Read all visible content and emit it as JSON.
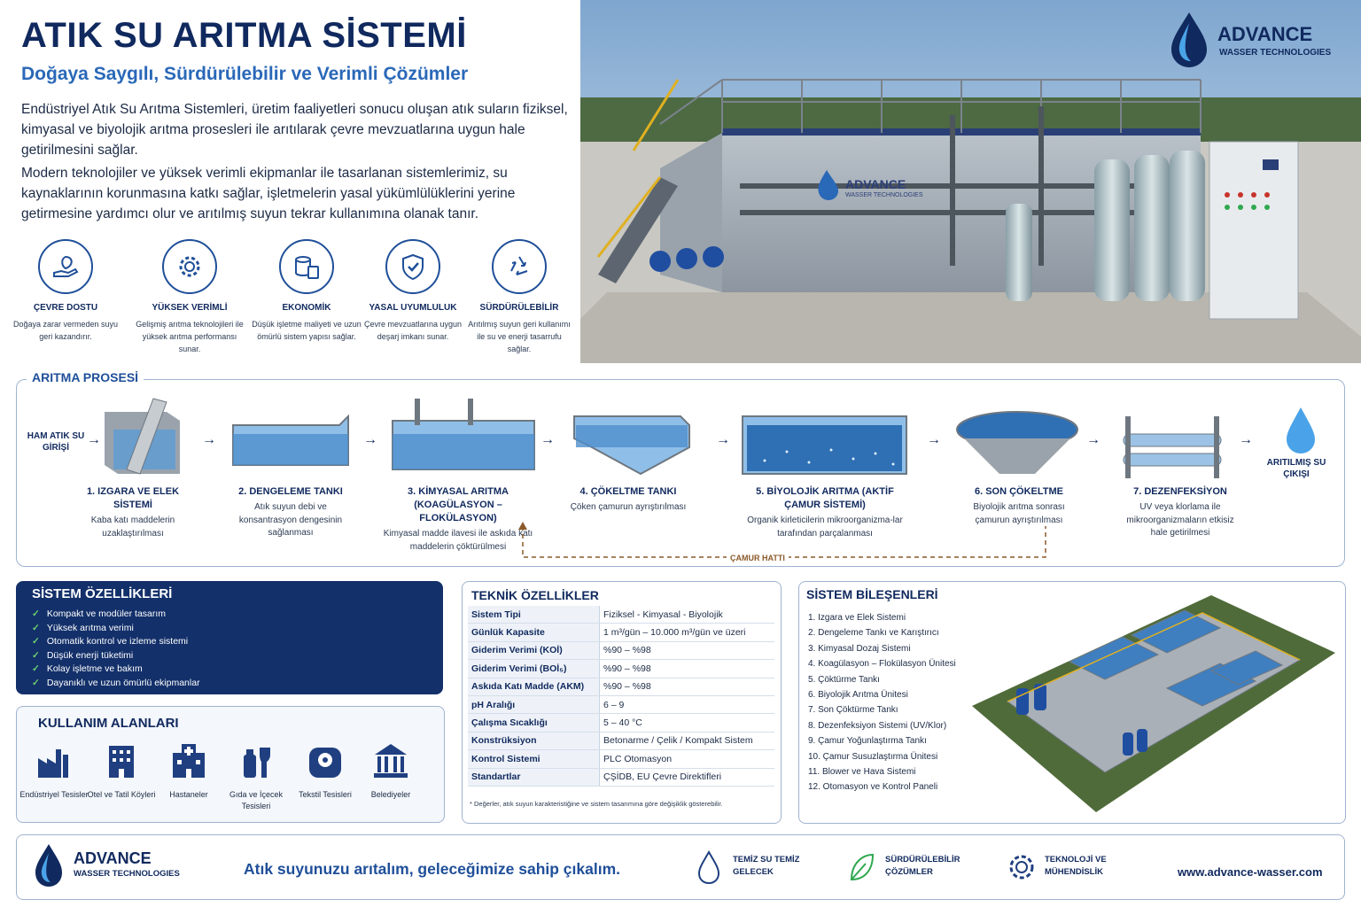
{
  "header": {
    "title": "ATIK SU ARITMA SİSTEMİ",
    "subtitle": "Doğaya Saygılı, Sürdürülebilir ve Verimli Çözümler",
    "intro_1": "Endüstriyel Atık Su Arıtma Sistemleri, üretim faaliyetleri sonucu oluşan atık suların fiziksel, kimyasal ve biyolojik arıtma prosesleri ile arıtılarak çevre mevzuatlarına uygun hale getirilmesini sağlar.",
    "intro_2": "Modern teknolojiler ve yüksek verimli ekipmanlar ile tasarlanan sistemlerimiz, su kaynaklarının korunmasına katkı sağlar, işletmelerin yasal yükümlülüklerini yerine getirmesine yardımcı olur ve arıtılmış suyun tekrar kullanımına olanak tanır."
  },
  "brand": {
    "name": "ADVANCE",
    "sub": "WASSER TECHNOLOGIES",
    "primary_color": "#10295e",
    "accent_color": "#2a68b8"
  },
  "features": [
    {
      "icon": "leaf-hand-icon",
      "title": "ÇEVRE DOSTU",
      "desc": "Doğaya zarar vermeden suyu geri kazandırır."
    },
    {
      "icon": "gear-icon",
      "title": "YÜKSEK VERİMLİ",
      "desc": "Gelişmiş arıtma teknolojileri ile yüksek arıtma performansı sunar."
    },
    {
      "icon": "coins-calculator-icon",
      "title": "EKONOMİK",
      "desc": "Düşük işletme maliyeti ve uzun ömürlü sistem yapısı sağlar."
    },
    {
      "icon": "shield-check-icon",
      "title": "YASAL UYUMLULUK",
      "desc": "Çevre mevzuatlarına uygun deşarj imkanı sunar."
    },
    {
      "icon": "recycle-icon",
      "title": "SÜRDÜRÜLEBİLİR",
      "desc": "Arıtılmış suyun geri kullanımı ile su ve enerji tasarrufu sağlar."
    }
  ],
  "process": {
    "title": "ARITMA PROSESİ",
    "input_label": "HAM ATIK SU GİRİŞİ",
    "output_label": "ARITILMIŞ SU ÇIKIŞI",
    "sludge_line": "ÇAMUR HATTI",
    "steps": [
      {
        "title": "1. IZGARA VE ELEK SİSTEMİ",
        "desc": "Kaba katı maddelerin uzaklaştırılması"
      },
      {
        "title": "2. DENGELEME TANKI",
        "desc": "Atık suyun debi ve konsantrasyon dengesinin sağlanması"
      },
      {
        "title": "3. KİMYASAL ARITMA (KOAGÜLASYON – FLOKÜLASYON)",
        "desc": "Kimyasal madde ilavesi ile askıda katı maddelerin çöktürülmesi"
      },
      {
        "title": "4. ÇÖKELTME TANKI",
        "desc": "Çöken çamurun ayrıştırılması"
      },
      {
        "title": "5. BİYOLOJİK ARITMA (AKTİF ÇAMUR SİSTEMİ)",
        "desc": "Organik kirleticilerin mikroorganizma-lar tarafından parçalanması"
      },
      {
        "title": "6. SON ÇÖKELTME",
        "desc": "Biyolojik arıtma sonrası çamurun ayrıştırılması"
      },
      {
        "title": "7. DEZENFEKSİYON",
        "desc": "UV veya klorlama ile mikroorganizmaların etkisiz hale getirilmesi"
      }
    ]
  },
  "system_features": {
    "title": "SİSTEM ÖZELLİKLERİ",
    "items": [
      "Kompakt ve modüler tasarım",
      "Yüksek arıtma verimi",
      "Otomatik kontrol ve izleme sistemi",
      "Düşük enerji tüketimi",
      "Kolay işletme ve bakım",
      "Dayanıklı ve uzun ömürlü ekipmanlar"
    ]
  },
  "usage": {
    "title": "KULLANIM ALANLARI",
    "items": [
      {
        "icon": "factory-icon",
        "label": "Endüstriyel Tesisler"
      },
      {
        "icon": "hotel-icon",
        "label": "Otel ve Tatil Köyleri"
      },
      {
        "icon": "hospital-icon",
        "label": "Hastaneler"
      },
      {
        "icon": "food-beverage-icon",
        "label": "Gıda ve İçecek Tesisleri"
      },
      {
        "icon": "textile-icon",
        "label": "Tekstil Tesisleri"
      },
      {
        "icon": "municipality-icon",
        "label": "Belediyeler"
      }
    ]
  },
  "specs": {
    "title": "TEKNİK ÖZELLİKLER",
    "rows": [
      {
        "k": "Sistem Tipi",
        "v": "Fiziksel - Kimyasal - Biyolojik"
      },
      {
        "k": "Günlük Kapasite",
        "v": "1 m³/gün – 10.000 m³/gün ve üzeri"
      },
      {
        "k": "Giderim Verimi (KOİ)",
        "v": "%90 – %98"
      },
      {
        "k": "Giderim Verimi (BOİ₅)",
        "v": "%90 – %98"
      },
      {
        "k": "Askıda Katı Madde (AKM)",
        "v": "%90 – %98"
      },
      {
        "k": "pH Aralığı",
        "v": "6 – 9"
      },
      {
        "k": "Çalışma Sıcaklığı",
        "v": "5 – 40 °C"
      },
      {
        "k": "Konstrüksiyon",
        "v": "Betonarme / Çelik / Kompakt Sistem"
      },
      {
        "k": "Kontrol Sistemi",
        "v": "PLC Otomasyon"
      },
      {
        "k": "Standartlar",
        "v": "ÇŞİDB,  EU Çevre Direktifleri"
      }
    ],
    "note": "* Değerler, atık suyun karakteristiğine ve sistem tasarımına göre değişiklik gösterebilir."
  },
  "components": {
    "title": "SİSTEM BİLEŞENLERİ",
    "items": [
      "1.  Izgara ve Elek Sistemi",
      "2.  Dengeleme Tankı ve Karıştırıcı",
      "3.  Kimyasal Dozaj Sistemi",
      "4.  Koagülasyon – Flokülasyon Ünitesi",
      "5.  Çöktürme Tankı",
      "6.  Biyolojik Arıtma Ünitesi",
      "7.  Son Çöktürme Tankı",
      "8.  Dezenfeksiyon Sistemi (UV/Klor)",
      "9.  Çamur Yoğunlaştırma Tankı",
      "10.  Çamur Susuzlaştırma Ünitesi",
      "11.  Blower ve Hava Sistemi",
      "12.  Otomasyon ve Kontrol Paneli"
    ]
  },
  "footer": {
    "slogan": "Atık suyunuzu arıtalım, geleceğimize sahip çıkalım.",
    "items": [
      {
        "icon": "water-drop-icon",
        "label": "TEMİZ SU TEMİZ GELECEK"
      },
      {
        "icon": "leaf-icon",
        "label": "SÜRDÜRÜLEBİLİR ÇÖZÜMLER"
      },
      {
        "icon": "gear-icon",
        "label": "TEKNOLOJİ VE MÜHENDİSLİK"
      }
    ],
    "website": "www.advance-wasser.com"
  }
}
